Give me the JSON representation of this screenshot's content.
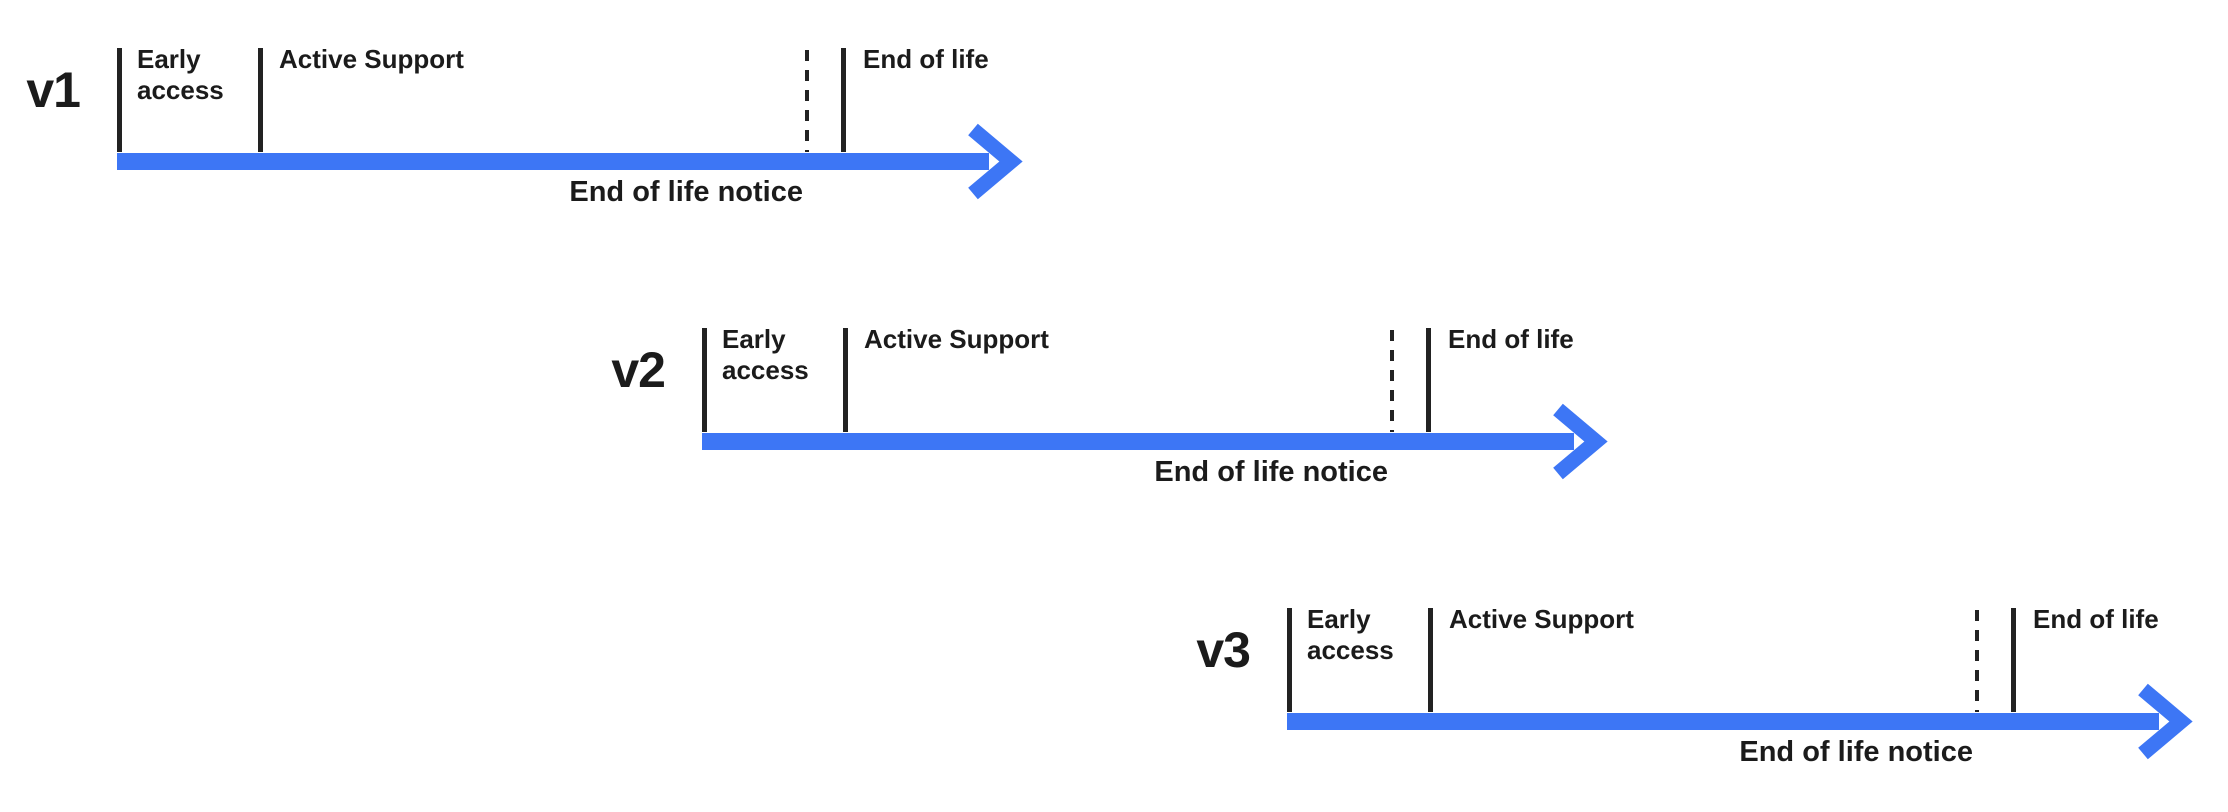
{
  "diagram": {
    "type": "release-lifecycle-timeline",
    "colors": {
      "arrow": "#3D76F5",
      "line": "#222222",
      "text": "#1B1B1B",
      "background": "#FFFFFF"
    },
    "timelines": [
      {
        "version": "v1",
        "labels": {
          "early_access": "Early access",
          "active_support": "Active Support",
          "end_of_life": "End of life",
          "end_of_life_notice": "End of life notice"
        }
      },
      {
        "version": "v2",
        "labels": {
          "early_access": "Early access",
          "active_support": "Active Support",
          "end_of_life": "End of life",
          "end_of_life_notice": "End of life notice"
        }
      },
      {
        "version": "v3",
        "labels": {
          "early_access": "Early access",
          "active_support": "Active Support",
          "end_of_life": "End of life",
          "end_of_life_notice": "End of life notice"
        }
      }
    ]
  }
}
